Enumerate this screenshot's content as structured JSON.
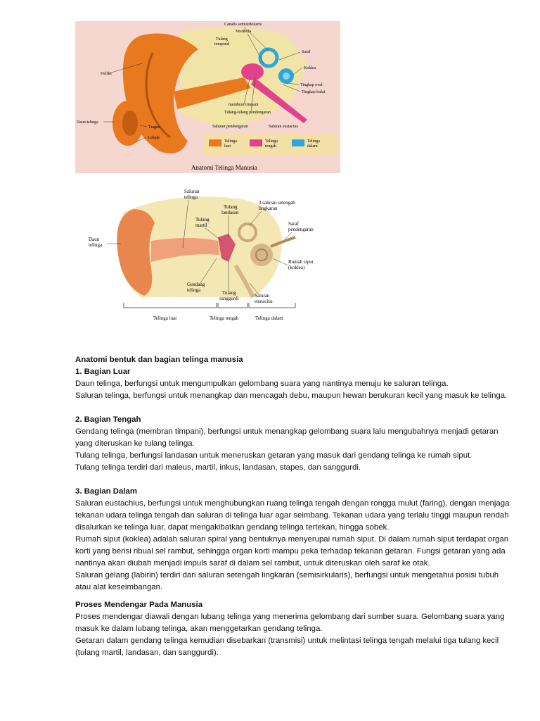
{
  "figure1": {
    "caption": "Anatomi Telinga Manusia",
    "labels": {
      "canalis": "Canalis semisirkularis",
      "vestibula": "Vestibula",
      "tulang_temporal_1": "Tulang",
      "tulang_temporal_2": "temporal",
      "saraf": "Saraf",
      "koklea": "Koklea",
      "heliks": "Heliks",
      "tingkap_oval": "Tingkap oval",
      "tingkap_bulat": "Tingkap bulat",
      "membran_timpani": "membran timpani",
      "tulang_pendengaran": "Tulang-tulang pendengaran",
      "daun_telinga": "Daun telinga",
      "tragus": "Tragus",
      "lobule": "Lobule",
      "saluran_pendengaran": "Saluran pendengaran",
      "saluran_eustacius": "Saluran eustacius"
    },
    "legend": [
      {
        "line1": "Telinga",
        "line2": "luar",
        "color": "#e8791f"
      },
      {
        "line1": "Telinga",
        "line2": "tengah",
        "color": "#e0428c"
      },
      {
        "line1": "Telinga",
        "line2": "dalam",
        "color": "#2aa7dc"
      }
    ]
  },
  "figure2": {
    "labels": {
      "saluran_telinga_1": "Saluran",
      "saluran_telinga_2": "telinga",
      "tulang_landasan_1": "Tulang",
      "tulang_landasan_2": "landasan",
      "tiga_saluran_1": "3 saluran setengah",
      "tiga_saluran_2": "lingkaran",
      "tulang_martil_1": "Tulang",
      "tulang_martil_2": "martil",
      "saraf_1": "Saraf",
      "saraf_2": "pendengaran",
      "daun_telinga_1": "Daun",
      "daun_telinga_2": "telinga",
      "rumah_siput_1": "Rumah siput",
      "rumah_siput_2": "(koklea)",
      "gendang_1": "Gendang",
      "gendang_2": "telinga",
      "sanggurdi_1": "Tulang",
      "sanggurdi_2": "sanggurdi",
      "eustacius_1": "Saluran",
      "eustacius_2": "eustacius",
      "telinga_luar": "Telinga luar",
      "telinga_tengah": "Telinga tengah",
      "telinga_dalam": "Telinga dalam"
    }
  },
  "text": {
    "title": "Anatomi bentuk dan bagian telinga manusia",
    "s1_heading": "1. Bagian Luar",
    "s1_p1": "Daun telinga, berfungsi untuk mengumpulkan gelombang suara yang nantinya menuju ke saluran telinga.",
    "s1_p2": "Saluran telinga, berfungsi untuk menangkap dan mencagah debu, maupun hewan berukuran kecil yang masuk ke telinga.",
    "s2_heading": "2. Bagian Tengah",
    "s2_p1": "Gendang telinga (membran timpani), berfungsi untuk menangkap gelombang suara lalu mengubahnya menjadi getaran yang diteruskan ke tulang telinga.",
    "s2_p2": "Tulang telinga, berfungsi landasan untuk meneruskan getaran yang masuk dari gendang telinga ke rumah siput.",
    "s2_p3": "Tulang telinga terdiri dari maleus, martil, inkus, landasan, stapes, dan sanggurdi.",
    "s3_heading": "3. Bagian Dalam",
    "s3_p1": "Saluran eustachius, berfungsi untuk menghubungkan ruang telinga tengah dengan rongga mulut (faring), dengan menjaga tekanan udara telinga tengah dan saluran di telinga luar agar seimbang. Tekanan udara yang terlalu tinggi maupun rendah disalurkan ke telinga luar, dapat mengakibatkan gendang telinga tertekan, hingga sobek.",
    "s3_p2": "Rumah siput (koklea) adalah saluran spiral yang bentuknya menyerupai rumah siput. Di dalam rumah siput terdapat organ korti yang berisi ribual sel rambut, sehingga organ korti mampu peka terhadap tekanan getaran. Fungsi getaran yang ada nantinya akan diubah menjadi impuls saraf di dalam sel rambut, untuk diteruskan oleh saraf ke otak.",
    "s3_p3": "Saluran gelang (labirin) terdiri dari saluran setengah lingkaran (semisirkularis), berfungsi untuk mengetahui posisi tubuh atau alat keseimbangan.",
    "s4_heading": "Proses Mendengar Pada Manusia",
    "s4_p1": "Proses mendengar diawali dengan lubang telinga yang menerima gelombang dari sumber suara. Gelombang suara yang masuk ke dalam lubang telinga, akan menggetarkan gendang telinga.",
    "s4_p2": "Getaran dalam gendang telinga kemudian disebarkan (transmisi) untuk melintasi telinga tengah melalui tiga tulang kecil (tulang martil, landasan, dan sanggurdi)."
  }
}
